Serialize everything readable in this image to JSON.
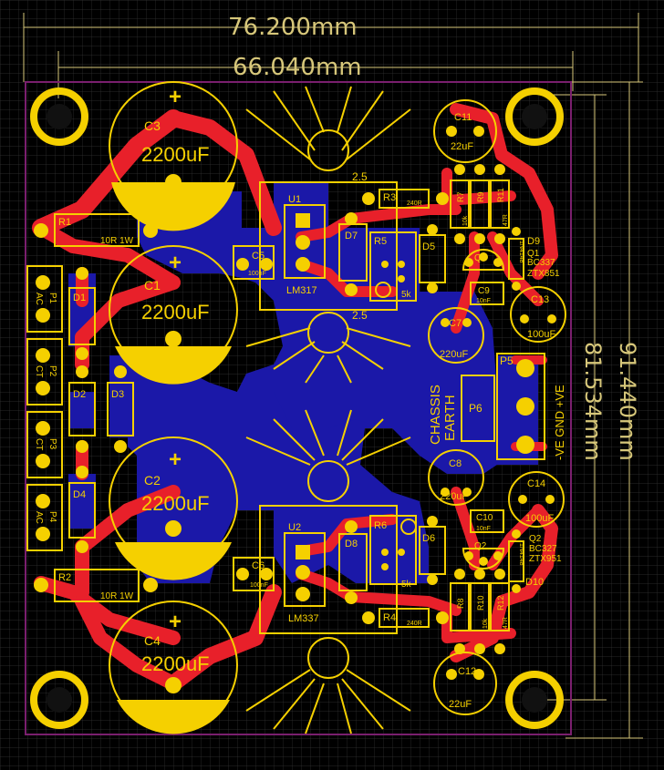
{
  "dimensions": {
    "total_width": "76.200mm",
    "board_width": "66.040mm",
    "total_height": "91.440mm",
    "board_height": "81.534mm"
  },
  "caps_large": [
    {
      "ref": "C3",
      "value": "2200uF"
    },
    {
      "ref": "C1",
      "value": "2200uF"
    },
    {
      "ref": "C2",
      "value": "2200uF"
    },
    {
      "ref": "C4",
      "value": "2200uF"
    }
  ],
  "resistors": {
    "r1_ref": "R1",
    "r1_val": "10R 1W",
    "r2_ref": "R2",
    "r2_val": "10R 1W",
    "r3_ref": "R3",
    "r3_val": "240R",
    "r4_ref": "R4",
    "r4_val": "240R",
    "r5_ref": "R5",
    "r5_val": "5k",
    "r6_ref": "R6",
    "r6_val": "5k",
    "r7": "R7",
    "r8": "R8",
    "r9": "R9",
    "r10": "R10",
    "r11": "R11",
    "r12": "R12",
    "v_10k_a": "10k",
    "v_47r_a": "47R",
    "v_10k_b": "10k",
    "v_47r_b": "47R"
  },
  "regulators": {
    "u1_ref": "U1",
    "u1_val": "LM317",
    "u2_ref": "U2",
    "u2_val": "LM337"
  },
  "small_caps": {
    "c5": "C5",
    "c5_val": "100nF",
    "c6": "C6",
    "c6_val": "100nF",
    "c7": "C7",
    "c7_val": "220uF",
    "c8": "C8",
    "c8_val": "220uF",
    "c9": "C9",
    "c9_val": "10nF",
    "c10": "C10",
    "c10_val": "10nF",
    "c11": "C11",
    "c11_val": "22uF",
    "c12": "C12",
    "c12_val": "22uF",
    "c13": "C13",
    "c13_val": "100uF",
    "c14": "C14",
    "c14_val": "100uF"
  },
  "diodes": {
    "d1": "D1",
    "d2": "D2",
    "d3": "D3",
    "d4": "D4",
    "d5": "D5",
    "d6": "D6",
    "d7": "D7",
    "d8": "D8",
    "d9": "D9",
    "d10": "D10",
    "d9_val": "1N4148",
    "d10_val": "1N4148"
  },
  "transistors": {
    "q1": "Q1",
    "q1_a": "BC337",
    "q1_b": "ZTX851",
    "q2": "Q2",
    "q2_a": "BC327",
    "q2_b": "ZTX951"
  },
  "connectors": {
    "p1": "P1",
    "p1_lbl": "AC",
    "p2": "P2",
    "p2_lbl": "CT",
    "p3": "P3",
    "p3_lbl": "CT",
    "p4": "P4",
    "p4_lbl": "AC",
    "p5": "P5",
    "p5_lbl": "-VE GND +VE",
    "p6": "P6",
    "p6_lbl1": "CHASSIS",
    "p6_lbl2": "EARTH"
  },
  "heatsink_labels": {
    "upper": "2.5",
    "lower": "2.5"
  },
  "colors": {
    "top_copper": "#e8202a",
    "bottom_copper": "#1b18a8",
    "silkscreen": "#f5d000",
    "board_outline": "#7a1f6e",
    "grid": "#3a3a3a",
    "dimension": "#d7c77a"
  }
}
